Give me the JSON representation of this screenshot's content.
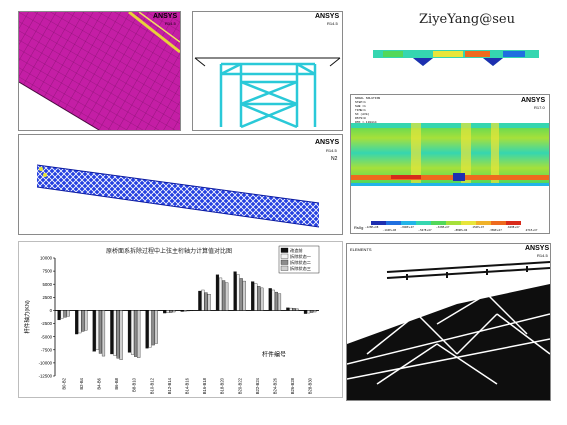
{
  "credit": "ZiyeYang@seu",
  "panels": {
    "mesh": {
      "ansys": "ANSYS",
      "release": "R14.5"
    },
    "truss_section": {
      "ansys": "ANSYS",
      "release": "R14.5"
    },
    "deformed_beam": {
      "ansys": "ANSYS",
      "release": "R14.5",
      "tag": "N2"
    },
    "contour": {
      "ansys": "ANSYS",
      "release": "R17.0",
      "info_lines": [
        "NODAL SOLUTION",
        "STEP=1",
        "SUB =1",
        "TIME=1",
        "SX (AVG)",
        "RSYS=0",
        "DMX =.130814",
        "SMN =-.128E+08",
        "SMX =.971E+07"
      ],
      "corner": "Rs0g",
      "legend_colors": [
        "#1e2fb0",
        "#1f6fe0",
        "#22b4e8",
        "#35d6b0",
        "#52d85a",
        "#a6e03a",
        "#e8e53a",
        "#f0b22a",
        "#ee6a1e",
        "#d82a1a"
      ],
      "legend_values": [
        "-.128E+08",
        "-.104E+08",
        "-.806E+07",
        "-.567E+07",
        "-.328E+07",
        "-.889E+06",
        ".150E+07",
        ".389E+07",
        ".628E+07",
        ".971E+07"
      ]
    },
    "black_truss": {
      "ansys": "ANSYS",
      "release": "R14.5",
      "label": "ELEMENTS"
    }
  },
  "chart_data": {
    "type": "bar",
    "title": "原桥面系拆除过程中上弦主桁轴力计算值对比图",
    "ylabel": "杆件轴力(KN)",
    "xlabel": "杆件编号",
    "ylim": [
      -12500,
      10000
    ],
    "yticks": [
      10000,
      7500,
      5000,
      2500,
      0,
      -2500,
      -5000,
      -7500,
      -10000,
      -12500
    ],
    "categories": [
      "B0-B2",
      "B2-B4",
      "B4-B6",
      "B6-B8",
      "B8-B10",
      "B10-B12",
      "B12-B14",
      "B14-B16",
      "B16-B18",
      "B18-B20",
      "B20-B22",
      "B22-B24",
      "B24-B26",
      "B26-B28",
      "B28-B30"
    ],
    "series": [
      {
        "name": "改造前",
        "color": "#111111",
        "values": [
          -1800,
          -4500,
          -7800,
          -8300,
          -8000,
          -7200,
          -500,
          -200,
          3700,
          6800,
          7400,
          5500,
          4200,
          500,
          -600
        ]
      },
      {
        "name": "拆除状态一",
        "color": "#f2f2f2",
        "values": [
          -1500,
          -4300,
          -7500,
          -8600,
          -8400,
          -7000,
          -450,
          -150,
          3900,
          6200,
          6800,
          5100,
          3900,
          450,
          -500
        ]
      },
      {
        "name": "拆除状态二",
        "color": "#8c8c8c",
        "values": [
          -1300,
          -4000,
          -8200,
          -9100,
          -8800,
          -6600,
          -400,
          -100,
          3400,
          5700,
          6100,
          4600,
          3500,
          400,
          -400
        ]
      },
      {
        "name": "拆除状态三",
        "color": "#cfcfcf",
        "values": [
          -1100,
          -3800,
          -8700,
          -9400,
          -9000,
          -6300,
          -300,
          -80,
          3100,
          5300,
          5600,
          4300,
          3200,
          300,
          -300
        ]
      }
    ]
  }
}
